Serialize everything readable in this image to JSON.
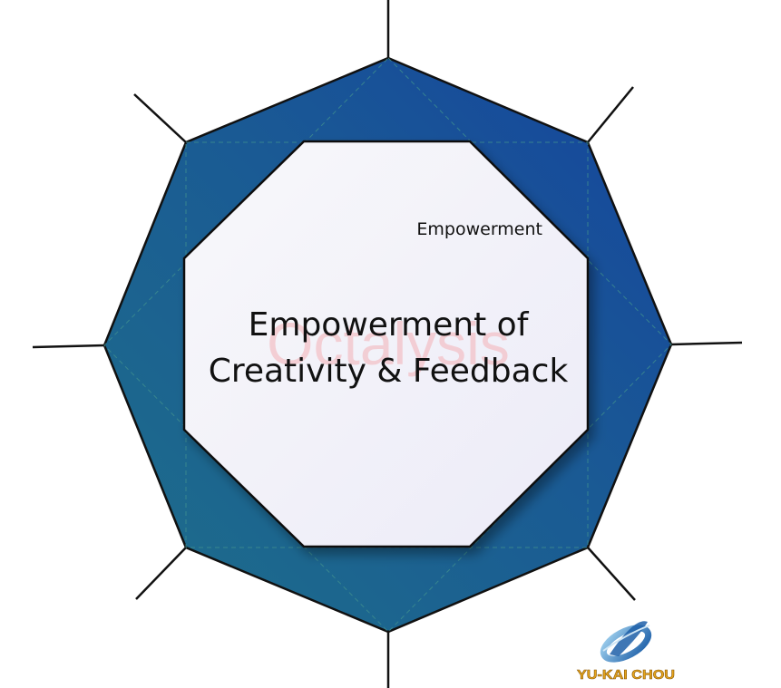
{
  "diagram": {
    "title": "Octalysis",
    "core_label": "Empowerment",
    "core_name_line1": "Empowerment of",
    "core_name_line2": "Creativity & Feedback"
  },
  "logo": {
    "text": "YU-KAI CHOU"
  },
  "colors": {
    "outer_fill_light": "#1b6a8e",
    "outer_fill_dark": "#17479c",
    "inner_fill": "#f4f4fb",
    "watermark": "#f3c2c8",
    "logo_gold": "#e6a51c"
  }
}
